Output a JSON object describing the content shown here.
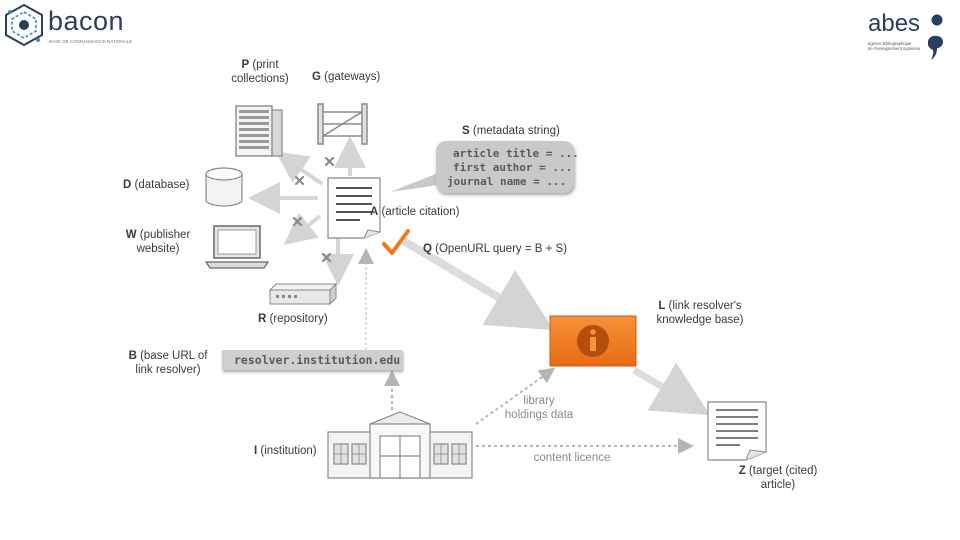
{
  "logos": {
    "bacon": {
      "name": "bacon",
      "tagline": "BASE DE CONNAISSANCE NATIONALE"
    },
    "abes": {
      "name": "abes",
      "tagline_line1": "agence bibliographique",
      "tagline_line2": "de l'enseignement supérieur"
    }
  },
  "nodes": {
    "P": {
      "letter": "P",
      "text": " (print",
      "text2": "collections)"
    },
    "G": {
      "letter": "G",
      "text": " (gateways)"
    },
    "S": {
      "letter": "S",
      "text": " (metadata string)"
    },
    "D": {
      "letter": "D",
      "text": " (database)"
    },
    "A": {
      "letter": "A",
      "text": " (article citation)"
    },
    "W": {
      "letter": "W",
      "text": " (publisher",
      "text2": "website)"
    },
    "Q": {
      "letter": "Q",
      "text": " (OpenURL query = B + S)"
    },
    "R": {
      "letter": "R",
      "text": " (repository)"
    },
    "L": {
      "letter": "L",
      "text": " (link resolver's",
      "text2": "knowledge base)"
    },
    "B": {
      "letter": "B",
      "text": " (base URL of",
      "text2": "link resolver)"
    },
    "I": {
      "letter": "I",
      "text": " (institution)"
    },
    "Z": {
      "letter": "Z",
      "text": " (target (cited)",
      "text2": "article)"
    }
  },
  "metadata_string": {
    "line1": "article title = ...",
    "line2": "first author = ...",
    "line3": "journal name = ..."
  },
  "base_url": "resolver.institution.edu",
  "edges": {
    "holdings_line1": "library",
    "holdings_line2": "holdings data",
    "licence": "content licence"
  },
  "colors": {
    "accent": "#f07820",
    "logo_dark": "#2a3f5f",
    "gray_box": "#c9c9c9"
  },
  "icons": [
    "bacon-logo-icon",
    "abes-logo-icon",
    "server-rack-icon",
    "gate-icon",
    "database-icon",
    "laptop-icon",
    "repository-box-icon",
    "document-icon",
    "check-mark-icon",
    "info-icon",
    "building-icon"
  ]
}
